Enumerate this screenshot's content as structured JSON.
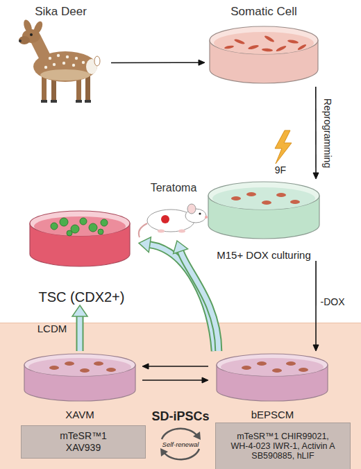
{
  "diagram": {
    "nodes": [
      {
        "text": [
          "Sika Deer"
        ]
      },
      {
        "text": [
          "Somatic Cell"
        ]
      },
      {
        "text": [
          "Teratoma"
        ]
      },
      {
        "text": [
          "M15+ DOX culturing"
        ]
      },
      {
        "text": [
          "TSC (CDX2+)"
        ]
      },
      {
        "text": [
          "SD-iPSCs"
        ]
      },
      {
        "text": [
          "XAVM"
        ],
        "in": 5
      },
      {
        "text": [
          "bEPSCM"
        ],
        "in": 5
      },
      {
        "text": [
          "mTeSR™1 XAV939"
        ],
        "in": 5
      },
      {
        "text": [
          "mTeSR™1 CHIR99021, WH-4-023 IWR-1, Activin A SB590885, hLIF"
        ],
        "in": 5
      }
    ],
    "edges": [
      {
        "from": 0,
        "to": 1,
        "arrow": "to"
      },
      {
        "from": 1,
        "to": 3,
        "label": "Reprogramming",
        "arrow": "to"
      },
      {
        "from": 3,
        "to": 7,
        "label": "-DOX",
        "arrow": "to"
      },
      {
        "from": 7,
        "to": 6,
        "arrow": "to"
      },
      {
        "from": 6,
        "to": 7,
        "arrow": "to"
      },
      {
        "from": 6,
        "to": 4,
        "label": "LCDM",
        "arrow": "to"
      },
      {
        "from": 7,
        "to": 4,
        "arrow": "to"
      },
      {
        "from": 7,
        "to": 2,
        "arrow": "to"
      }
    ],
    "labels": [
      "9F",
      "Self-renewal"
    ]
  }
}
